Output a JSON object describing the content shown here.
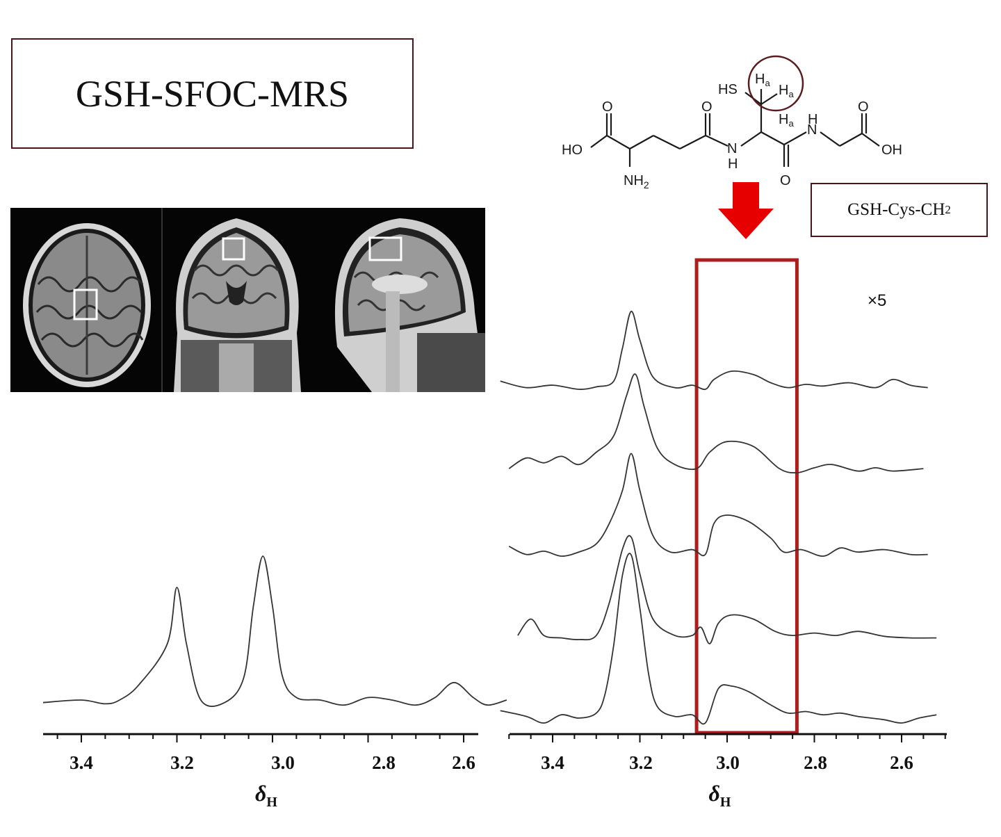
{
  "title": "GSH-SFOC-MRS",
  "label": {
    "main": "GSH-Cys-CH",
    "sub": "2"
  },
  "scale_label": "×5",
  "molecule": {
    "hs": "HS",
    "ha1": "H",
    "ha2": "H",
    "ha3": "H",
    "ha_sub": "a",
    "ho": "HO",
    "oh": "OH",
    "o1": "O",
    "o2": "O",
    "o3": "O",
    "o4": "O",
    "n1": "N",
    "h1": "H",
    "h2": "H",
    "n2": "N",
    "nh2": "NH",
    "nh2_sub": "2"
  },
  "colors": {
    "highlight": "#b01c1c",
    "arrow": "#e60000",
    "box_border": "#4a1418"
  },
  "chart_data": [
    {
      "type": "line",
      "axis_label": "δ",
      "axis_label_sub": "H",
      "x_ticks": [
        "3.4",
        "3.2",
        "3.0",
        "2.8",
        "2.6"
      ],
      "xlim": [
        3.5,
        2.5
      ],
      "series": [
        {
          "points": [
            [
              3.48,
              0.08
            ],
            [
              3.4,
              0.1
            ],
            [
              3.35,
              0.07
            ],
            [
              3.32,
              0.1
            ],
            [
              3.28,
              0.22
            ],
            [
              3.22,
              0.55
            ],
            [
              3.2,
              1.0
            ],
            [
              3.18,
              0.55
            ],
            [
              3.15,
              0.1
            ],
            [
              3.1,
              0.08
            ],
            [
              3.06,
              0.28
            ],
            [
              3.04,
              0.85
            ],
            [
              3.02,
              1.25
            ],
            [
              3.0,
              0.85
            ],
            [
              2.98,
              0.3
            ],
            [
              2.95,
              0.12
            ],
            [
              2.9,
              0.1
            ],
            [
              2.85,
              0.06
            ],
            [
              2.8,
              0.12
            ],
            [
              2.75,
              0.1
            ],
            [
              2.7,
              0.06
            ],
            [
              2.66,
              0.12
            ],
            [
              2.62,
              0.24
            ],
            [
              2.58,
              0.12
            ],
            [
              2.55,
              0.06
            ],
            [
              2.51,
              0.1
            ]
          ]
        }
      ]
    },
    {
      "type": "line",
      "axis_label": "δ",
      "axis_label_sub": "H",
      "x_ticks": [
        "3.4",
        "3.2",
        "3.0",
        "2.8",
        "2.6"
      ],
      "xlim": [
        3.5,
        2.5
      ],
      "highlight_range": [
        3.07,
        2.84
      ],
      "series": [
        {
          "offset": 4,
          "points": [
            [
              3.52,
              0.1
            ],
            [
              3.46,
              0.02
            ],
            [
              3.4,
              0.05
            ],
            [
              3.34,
              0.0
            ],
            [
              3.3,
              0.03
            ],
            [
              3.26,
              0.1
            ],
            [
              3.24,
              0.5
            ],
            [
              3.22,
              0.95
            ],
            [
              3.2,
              0.6
            ],
            [
              3.17,
              0.15
            ],
            [
              3.12,
              0.02
            ],
            [
              3.08,
              0.05
            ],
            [
              3.05,
              0.0
            ],
            [
              3.03,
              0.12
            ],
            [
              2.99,
              0.22
            ],
            [
              2.94,
              0.18
            ],
            [
              2.9,
              0.08
            ],
            [
              2.86,
              0.02
            ],
            [
              2.82,
              0.06
            ],
            [
              2.78,
              0.04
            ],
            [
              2.72,
              0.08
            ],
            [
              2.66,
              0.02
            ],
            [
              2.62,
              0.12
            ],
            [
              2.58,
              0.05
            ],
            [
              2.54,
              0.02
            ]
          ]
        },
        {
          "offset": 3,
          "points": [
            [
              3.5,
              0.05
            ],
            [
              3.46,
              0.18
            ],
            [
              3.42,
              0.12
            ],
            [
              3.38,
              0.2
            ],
            [
              3.34,
              0.1
            ],
            [
              3.3,
              0.25
            ],
            [
              3.26,
              0.45
            ],
            [
              3.23,
              0.95
            ],
            [
              3.21,
              1.2
            ],
            [
              3.19,
              0.8
            ],
            [
              3.16,
              0.3
            ],
            [
              3.12,
              0.1
            ],
            [
              3.07,
              0.05
            ],
            [
              3.04,
              0.25
            ],
            [
              3.0,
              0.38
            ],
            [
              2.94,
              0.32
            ],
            [
              2.88,
              0.05
            ],
            [
              2.84,
              0.0
            ],
            [
              2.8,
              0.06
            ],
            [
              2.76,
              0.1
            ],
            [
              2.7,
              0.02
            ],
            [
              2.66,
              0.06
            ],
            [
              2.62,
              0.02
            ],
            [
              2.55,
              0.05
            ]
          ]
        },
        {
          "offset": 2,
          "points": [
            [
              3.5,
              0.12
            ],
            [
              3.46,
              0.02
            ],
            [
              3.42,
              0.06
            ],
            [
              3.38,
              0.0
            ],
            [
              3.34,
              0.05
            ],
            [
              3.3,
              0.15
            ],
            [
              3.27,
              0.4
            ],
            [
              3.24,
              0.8
            ],
            [
              3.22,
              1.25
            ],
            [
              3.2,
              0.8
            ],
            [
              3.17,
              0.25
            ],
            [
              3.13,
              0.05
            ],
            [
              3.08,
              0.08
            ],
            [
              3.05,
              0.02
            ],
            [
              3.03,
              0.4
            ],
            [
              3.0,
              0.5
            ],
            [
              2.95,
              0.42
            ],
            [
              2.9,
              0.22
            ],
            [
              2.87,
              0.05
            ],
            [
              2.83,
              0.08
            ],
            [
              2.78,
              0.0
            ],
            [
              2.74,
              0.1
            ],
            [
              2.7,
              0.05
            ],
            [
              2.64,
              0.08
            ],
            [
              2.58,
              0.02
            ],
            [
              2.54,
              0.02
            ]
          ]
        },
        {
          "offset": 1,
          "points": [
            [
              3.48,
              0.05
            ],
            [
              3.45,
              0.25
            ],
            [
              3.42,
              0.05
            ],
            [
              3.38,
              0.02
            ],
            [
              3.34,
              0.0
            ],
            [
              3.3,
              0.05
            ],
            [
              3.27,
              0.45
            ],
            [
              3.24,
              1.1
            ],
            [
              3.22,
              1.25
            ],
            [
              3.2,
              0.8
            ],
            [
              3.17,
              0.25
            ],
            [
              3.12,
              0.05
            ],
            [
              3.08,
              0.05
            ],
            [
              3.06,
              0.15
            ],
            [
              3.04,
              -0.05
            ],
            [
              3.02,
              0.2
            ],
            [
              2.99,
              0.3
            ],
            [
              2.94,
              0.25
            ],
            [
              2.89,
              0.1
            ],
            [
              2.85,
              0.05
            ],
            [
              2.8,
              0.08
            ],
            [
              2.75,
              0.05
            ],
            [
              2.7,
              0.1
            ],
            [
              2.64,
              0.04
            ],
            [
              2.58,
              0.02
            ],
            [
              2.52,
              0.02
            ]
          ]
        },
        {
          "offset": 0,
          "points": [
            [
              3.52,
              0.15
            ],
            [
              3.46,
              0.08
            ],
            [
              3.42,
              0.0
            ],
            [
              3.38,
              0.1
            ],
            [
              3.34,
              0.06
            ],
            [
              3.3,
              0.12
            ],
            [
              3.28,
              0.35
            ],
            [
              3.26,
              0.95
            ],
            [
              3.24,
              1.8
            ],
            [
              3.22,
              2.05
            ],
            [
              3.2,
              1.4
            ],
            [
              3.18,
              0.6
            ],
            [
              3.16,
              0.2
            ],
            [
              3.12,
              0.08
            ],
            [
              3.08,
              0.1
            ],
            [
              3.05,
              0.0
            ],
            [
              3.02,
              0.42
            ],
            [
              2.99,
              0.45
            ],
            [
              2.95,
              0.38
            ],
            [
              2.9,
              0.22
            ],
            [
              2.86,
              0.12
            ],
            [
              2.82,
              0.14
            ],
            [
              2.78,
              0.1
            ],
            [
              2.74,
              0.12
            ],
            [
              2.7,
              0.08
            ],
            [
              2.64,
              0.04
            ],
            [
              2.6,
              0.0
            ],
            [
              2.56,
              0.06
            ],
            [
              2.52,
              0.1
            ]
          ]
        }
      ]
    }
  ]
}
